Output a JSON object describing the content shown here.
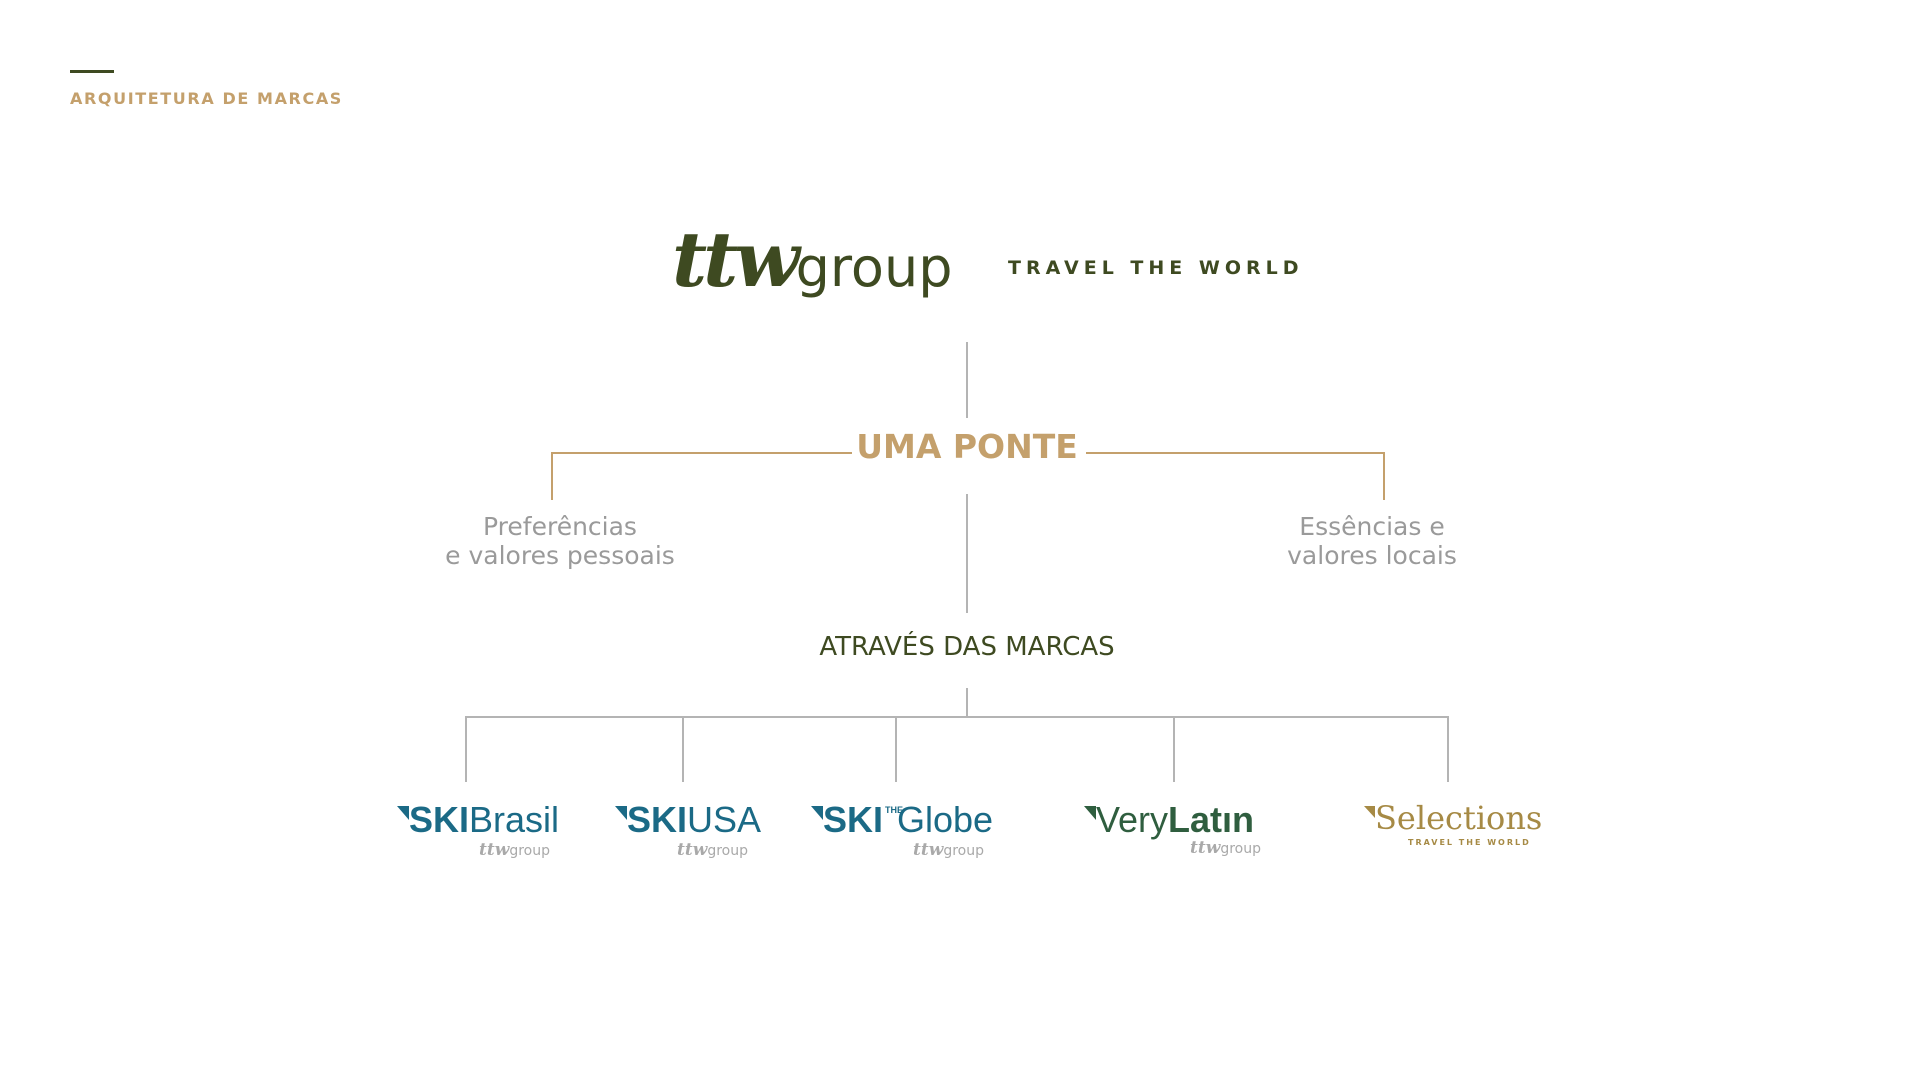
{
  "header": {
    "section_label": "ARQUITETURA DE MARCAS"
  },
  "logo": {
    "mark": "ttw",
    "word": "group",
    "tagline": "TRAVEL THE WORLD"
  },
  "diagram": {
    "bridge": "UMA PONTE",
    "left_concept": [
      "Preferências",
      "e valores pessoais"
    ],
    "right_concept": [
      "Essências e",
      "valores locais"
    ],
    "through": "ATRAVÉS DAS MARCAS"
  },
  "brands": [
    {
      "bold": "SKI",
      "rest": "Brasil",
      "sub_mark": "ttw",
      "sub_word": "group"
    },
    {
      "bold": "SKI",
      "rest": "USA",
      "sub_mark": "ttw",
      "sub_word": "group"
    },
    {
      "bold": "SKI",
      "mid": "THE",
      "rest": "Globe",
      "sub_mark": "ttw",
      "sub_word": "group"
    },
    {
      "plain": "Very",
      "bold": "Latın",
      "sub_mark": "ttw",
      "sub_word": "group"
    },
    {
      "name": "Selections",
      "tagline": "TRAVEL THE WORLD"
    }
  ],
  "colors": {
    "olive": "#3e4a21",
    "gold": "#c4a06c",
    "grey_text": "#9a9a9a",
    "line_grey": "#b4b4b4",
    "ski_blue": "#1b6a86",
    "latin_green": "#2f5e3f",
    "selections_gold": "#a68a45"
  }
}
